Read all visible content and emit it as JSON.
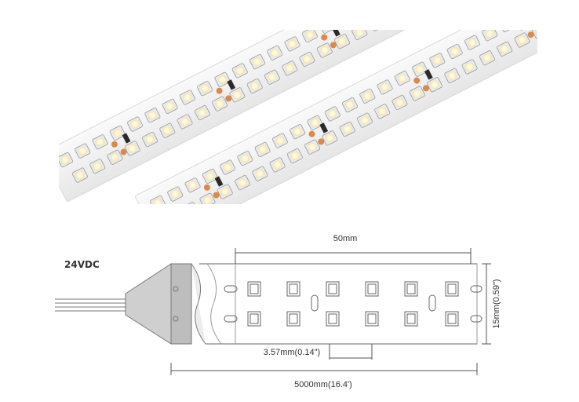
{
  "product": {
    "voltage_label": "24VDC"
  },
  "dimensions": {
    "segment_length": "50mm",
    "width": "15mm(0.59\")",
    "led_spacing": "3.57mm(0.14\")",
    "total_length": "5000mm(16.4')"
  },
  "colors": {
    "pcb_white": "#f3f3f3",
    "led_warm": "#fff4c8",
    "led_housing": "#e8e8e8",
    "resistor_dark": "#2a2a2a",
    "copper_pad": "#d98a4a",
    "line": "#555555",
    "end_cap": "#bdbdbd"
  }
}
